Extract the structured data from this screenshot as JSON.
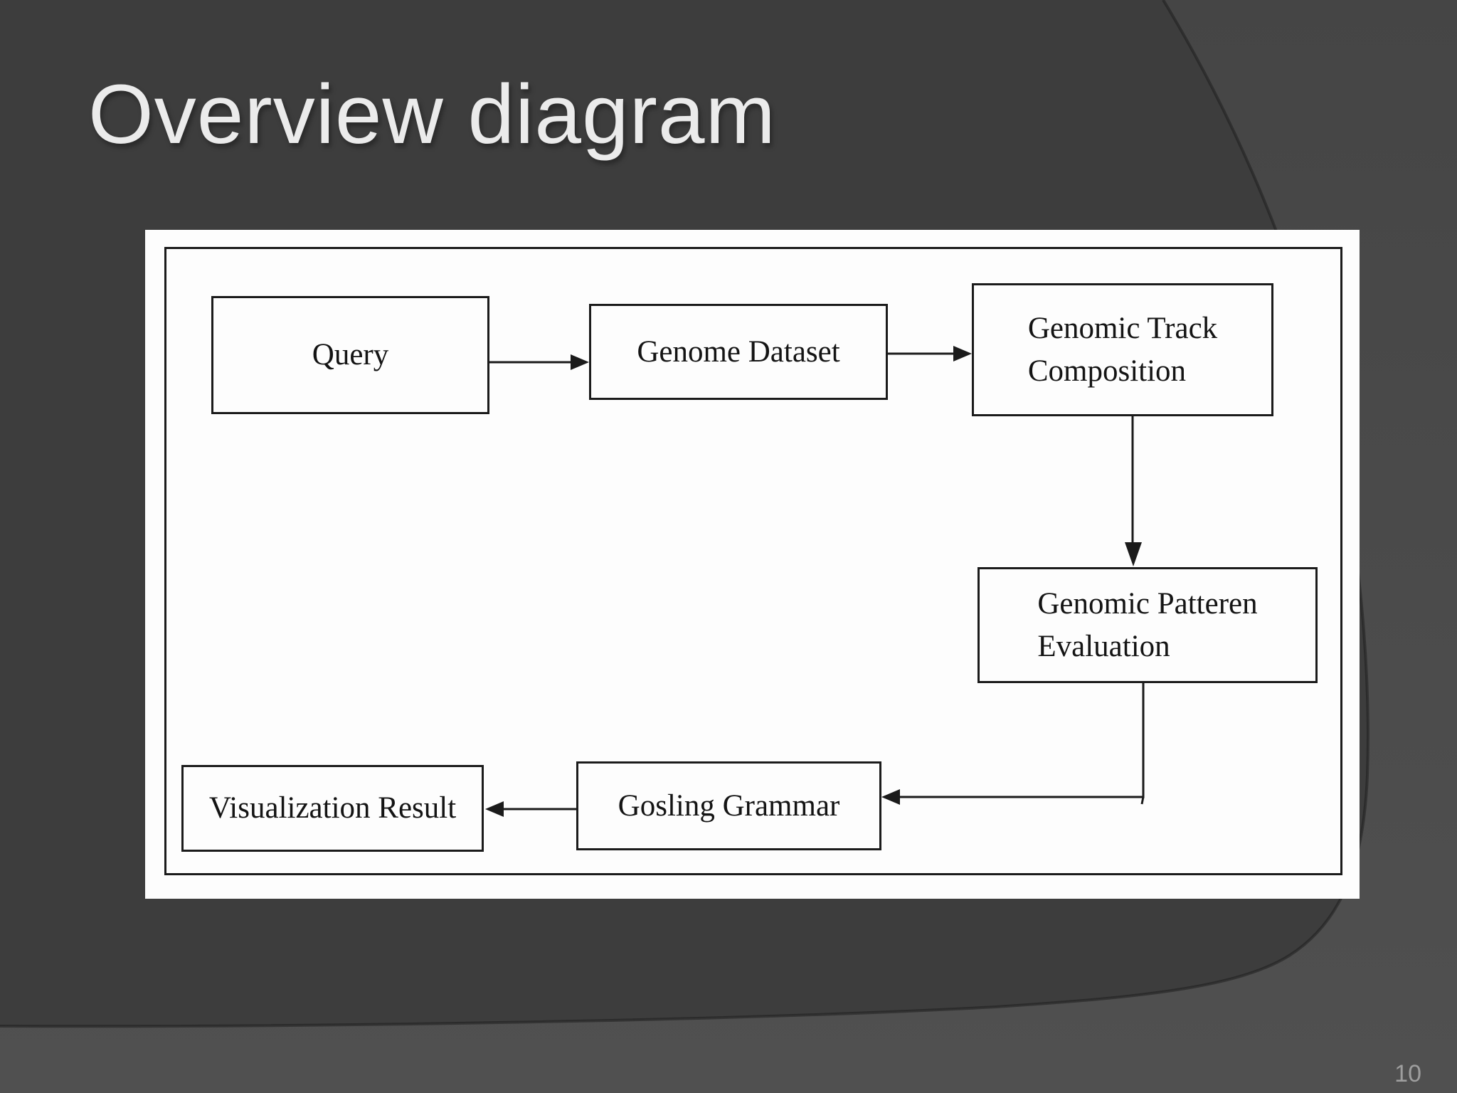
{
  "slide": {
    "title": "Overview diagram",
    "page_number": "10"
  },
  "colors": {
    "background": "#3d3d3d",
    "swoosh_top": "#454545",
    "swoosh_bottom": "#505050",
    "panel_background": "#fdfdfd",
    "diagram_line": "#1b1b1b",
    "node_text": "#141414",
    "title_text": "#ebebeb",
    "page_number_text": "#9e9e9e"
  },
  "diagram": {
    "nodes": [
      {
        "id": "query",
        "label": "Query"
      },
      {
        "id": "genome-dataset",
        "label": "Genome Dataset"
      },
      {
        "id": "genomic-track-composition",
        "lines": [
          "Genomic Track",
          "Composition"
        ]
      },
      {
        "id": "genomic-patteren-evaluation",
        "lines": [
          "Genomic Patteren",
          "Evaluation"
        ]
      },
      {
        "id": "gosling-grammar",
        "label": "Gosling Grammar"
      },
      {
        "id": "visualization-result",
        "label": "Visualization Result"
      }
    ],
    "connections": [
      {
        "from": "query",
        "to": "genome-dataset",
        "direction": "right"
      },
      {
        "from": "genome-dataset",
        "to": "genomic-track-composition",
        "direction": "right"
      },
      {
        "from": "genomic-track-composition",
        "to": "genomic-patteren-evaluation",
        "direction": "down"
      },
      {
        "from": "genomic-patteren-evaluation",
        "to": "gosling-grammar",
        "direction": "down-then-left"
      },
      {
        "from": "gosling-grammar",
        "to": "visualization-result",
        "direction": "left"
      }
    ]
  }
}
